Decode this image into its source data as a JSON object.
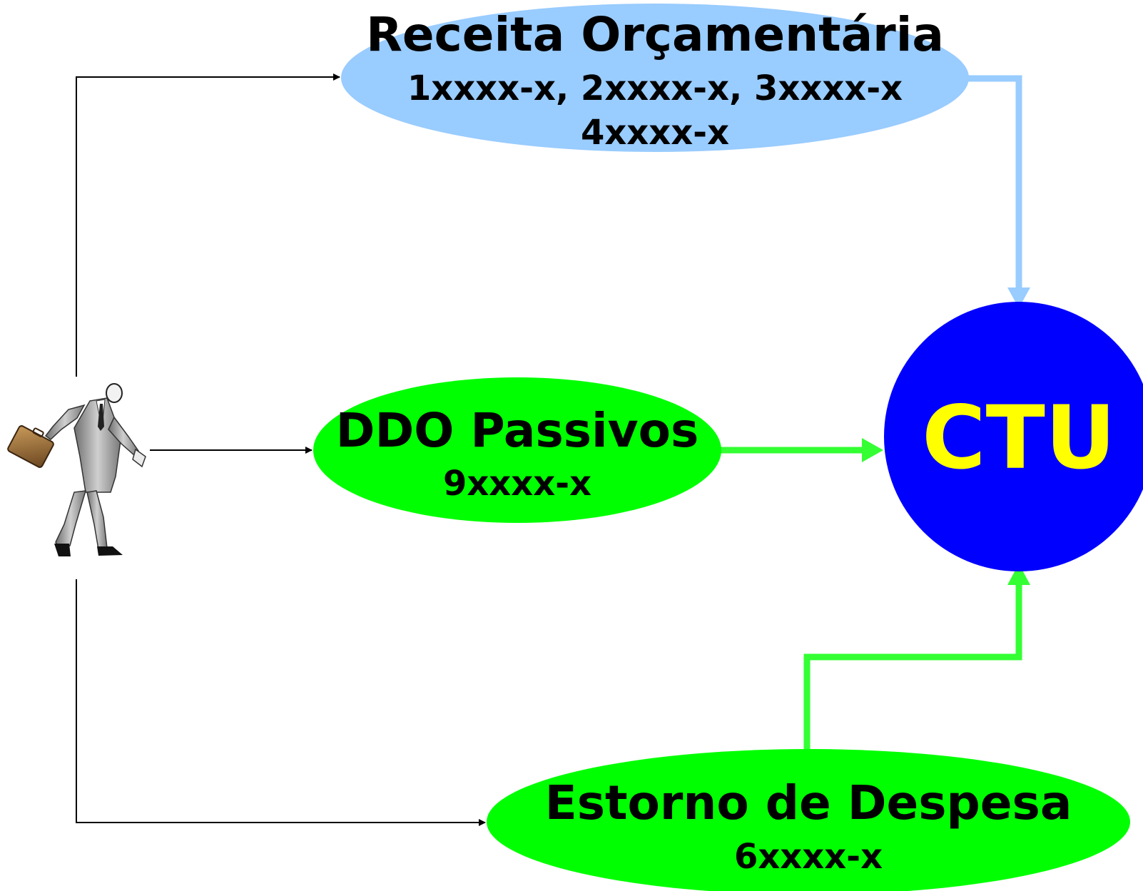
{
  "nodes": {
    "receita": {
      "title": "Receita Orçamentária",
      "codes_line1": "1xxxx-x, 2xxxx-x, 3xxxx-x",
      "codes_line2": "4xxxx-x",
      "color": "#99ccff"
    },
    "ddo": {
      "title": "DDO Passivos",
      "code": "9xxxx-x",
      "color": "#00ff00"
    },
    "estorno": {
      "title": "Estorno de Despesa",
      "code": "6xxxx-x",
      "color": "#00ff00"
    },
    "ctu": {
      "label": "CTU",
      "color": "#0000ff",
      "text_color": "#ffff00"
    }
  },
  "actor": {
    "icon": "businessman-with-briefcase-icon"
  },
  "connector_colors": {
    "source": "#000000",
    "receita_to_ctu": "#99ccff",
    "ddo_to_ctu": "#33ff33",
    "estorno_to_ctu": "#33ff33"
  }
}
